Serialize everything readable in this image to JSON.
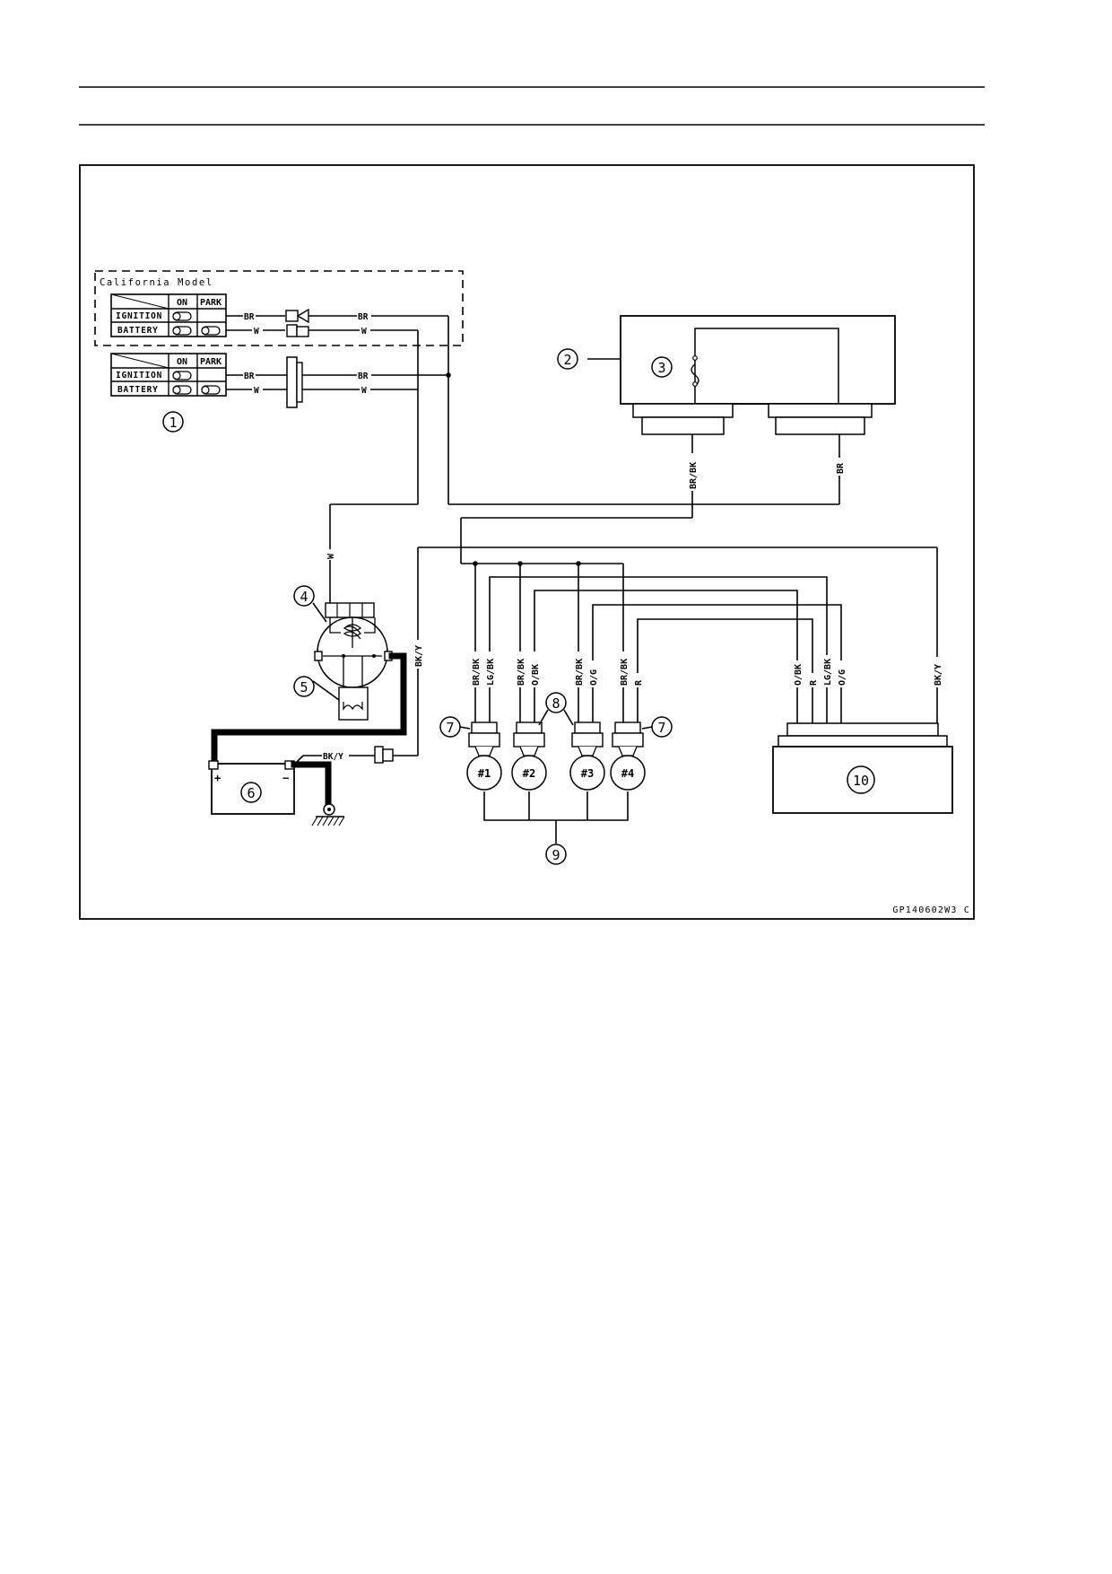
{
  "page": {
    "figure_code": "GP140602W3 C"
  },
  "ignition_switch": {
    "california_label": "California Model",
    "col_on": "ON",
    "col_park": "PARK",
    "row_ignition": "IGNITION",
    "row_battery": "BATTERY"
  },
  "wire_codes": {
    "br": "BR",
    "w": "W",
    "br_bk": "BR/BK",
    "bk_y": "BK/Y",
    "lg_bk": "LG/BK",
    "o_bk": "O/BK",
    "o_g": "O/G",
    "r": "R"
  },
  "cylinders": [
    "#1",
    "#2",
    "#3",
    "#4"
  ],
  "callouts": [
    "1",
    "2",
    "3",
    "4",
    "5",
    "6",
    "7",
    "8",
    "9",
    "10"
  ],
  "battery": {
    "plus": "+",
    "minus": "−"
  }
}
